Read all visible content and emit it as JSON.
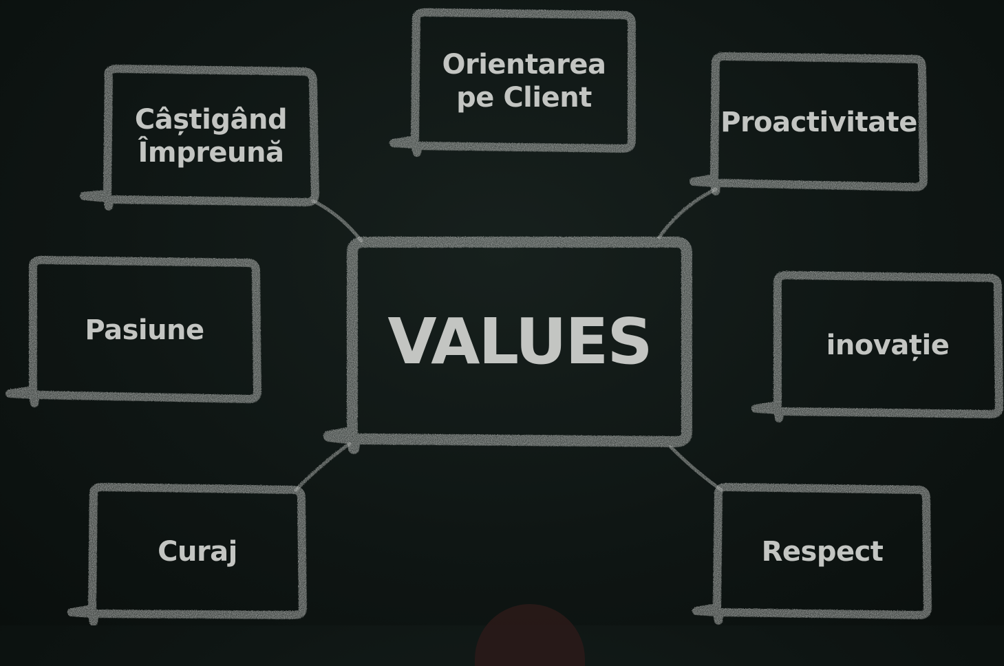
{
  "diagram": {
    "center": {
      "label": "VALUES"
    },
    "nodes": [
      {
        "id": "castigand",
        "lines": [
          "Câștigând",
          "Împreună"
        ]
      },
      {
        "id": "orientarea",
        "lines": [
          "Orientarea",
          "pe Client"
        ]
      },
      {
        "id": "proactivitate",
        "lines": [
          "Proactivitate"
        ]
      },
      {
        "id": "pasiune",
        "lines": [
          "Pasiune"
        ]
      },
      {
        "id": "inovatie",
        "lines": [
          "inovație"
        ]
      },
      {
        "id": "curaj",
        "lines": [
          "Curaj"
        ]
      },
      {
        "id": "respect",
        "lines": [
          "Respect"
        ]
      }
    ]
  },
  "colors": {
    "background": "#0f1614",
    "chalk": "#b9bcb9"
  }
}
